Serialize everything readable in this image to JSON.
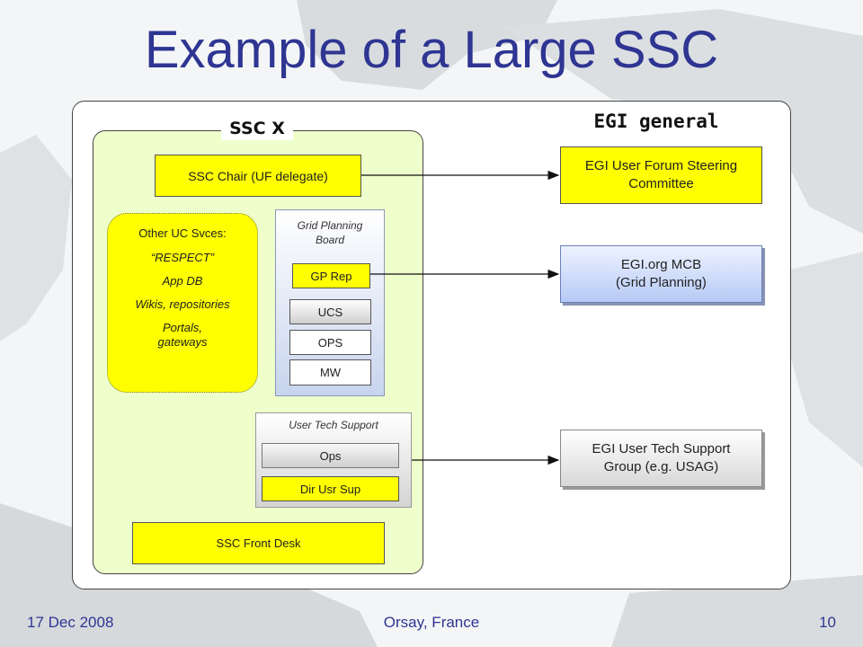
{
  "title": "Example of a Large SSC",
  "ssc_label": "SSC X",
  "egi_label": "EGI general",
  "ssc_chair": "SSC Chair (UF delegate)",
  "other_uc": {
    "heading": "Other UC Svces:",
    "items": [
      "“RESPECT”",
      "App DB",
      "Wikis, repositories",
      "Portals, gateways"
    ]
  },
  "grid_planning_board": {
    "title": "Grid Planning Board",
    "items": [
      "GP Rep",
      "UCS",
      "OPS",
      "MW"
    ]
  },
  "user_tech_support": {
    "title": "User Tech Support",
    "items": [
      "Ops",
      "Dir Usr Sup"
    ]
  },
  "front_desk": "SSC Front Desk",
  "egi_boxes": {
    "forum": "EGI User Forum Steering Committee",
    "mcb_line1": "EGI.org MCB",
    "mcb_line2": "(Grid Planning)",
    "uts_line1": "EGI User Tech Support",
    "uts_line2": "Group (e.g. USAG)"
  },
  "footer": {
    "date": "17 Dec 2008",
    "location": "Orsay, France",
    "page": "10"
  },
  "colors": {
    "title": "#2e3592",
    "yellow": "#ffff00",
    "inner_panel": "#eeffcc"
  }
}
